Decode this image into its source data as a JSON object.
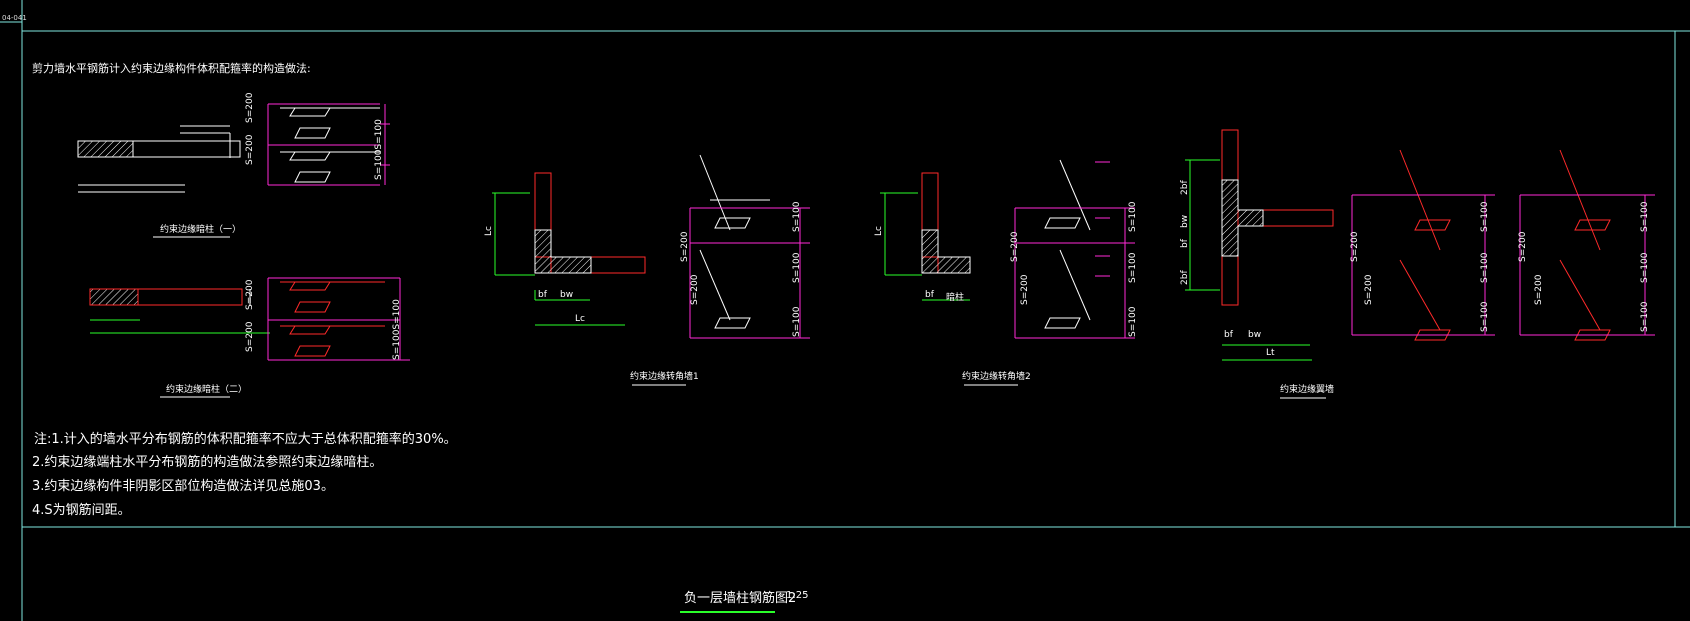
{
  "corner_tag": "04-041",
  "heading": "剪力墙水平钢筋计入约束边缘构件体积配箍率的构造做法:",
  "captions": {
    "detail1": "约束边缘暗柱（一）",
    "detail2": "约束边缘暗柱（二）",
    "detail3": "约束边缘转角墙1",
    "detail4": "约束边缘转角墙2",
    "detail5": "约束边缘翼墙"
  },
  "notes": [
    "注:1.计入的墙水平分布钢筋的体积配箍率不应大于总体积配箍率的30%。",
    "2.约束边缘端柱水平分布钢筋的构造做法参照约束边缘暗柱。",
    "3.约束边缘构件非阴影区部位构造做法详见总施03。",
    "4.S为钢筋间距。"
  ],
  "dimension_labels": {
    "s200": "S=200",
    "s100": "S=100",
    "lc": "Lc",
    "bf": "bf",
    "bw": "bw",
    "b2bf": "2bf",
    "lt": "Lt",
    "jiadou": "暗柱",
    "s100_100": "S=100S=100"
  },
  "title_block": {
    "title": "负一层墙柱钢筋图2",
    "scale": "1:25"
  },
  "colors": {
    "frame": "#7fe8e0",
    "drawing": "#ffffff",
    "rebar": "#ff2a2a",
    "dimension": "#ff2ad6",
    "extent": "#2aff2a",
    "title_underline": "#2aff2a"
  }
}
